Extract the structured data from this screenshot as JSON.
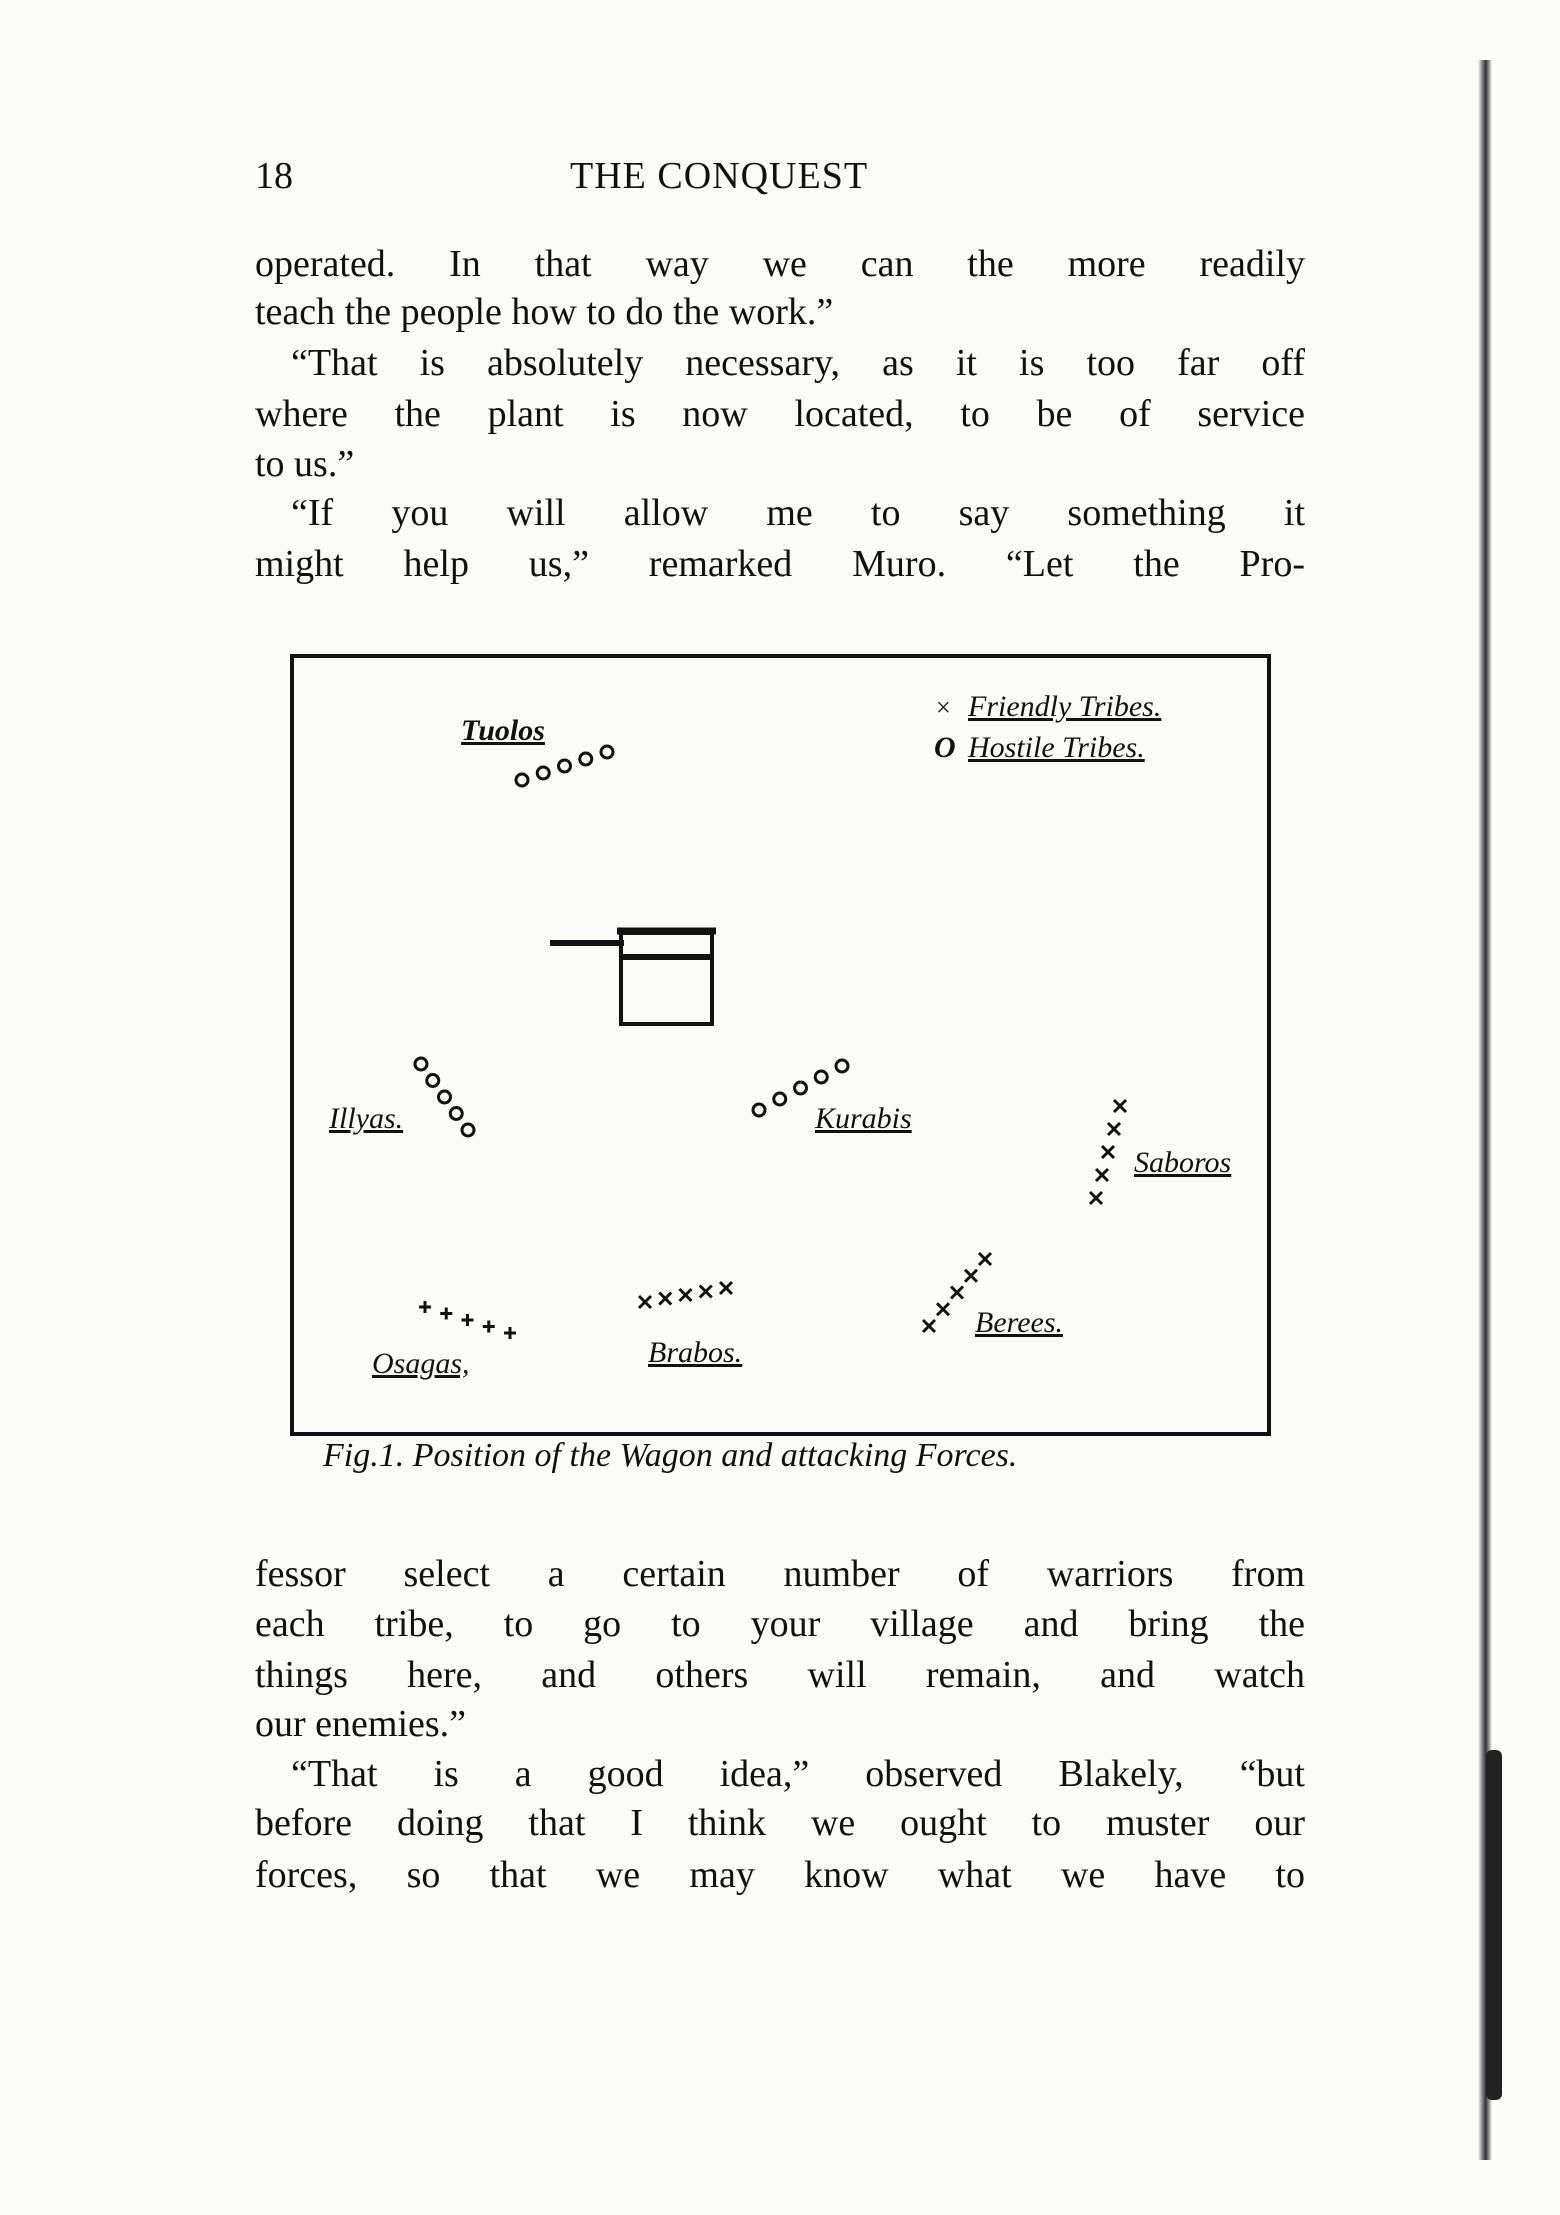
{
  "header": {
    "page_number": "18",
    "running_title": "THE CONQUEST"
  },
  "text_before": [
    "operated. In that way we can the more readily",
    "teach the people how to do the work.”",
    "“That is absolutely necessary, as it is too far off",
    "where the plant is now located, to be of service",
    "to us.”",
    "“If you will allow me to say something it",
    "might help us,” remarked Muro. “Let the Pro-"
  ],
  "figure": {
    "legend": {
      "friendly_symbol": "×",
      "friendly": "Friendly Tribes.",
      "hostile_symbol": "O",
      "hostile": "Hostile Tribes."
    },
    "labels": {
      "tuolos": "Tuolos",
      "illyas": "Illyas.",
      "kurabis": "Kurabis",
      "saboros": "Saboros",
      "osagas": "Osagas,",
      "brabos": "Brabos.",
      "berees": "Berees."
    },
    "caption": "Fig.1. Position of the Wagon and attacking Forces."
  },
  "text_after": [
    "fessor select a certain number of warriors from",
    "each tribe, to go to your village and bring the",
    "things here, and others will remain, and watch",
    "our enemies.”",
    "“That is a good idea,” observed Blakely, “but",
    "before doing that I think we ought to muster our",
    "forces, so that we may know what we have to"
  ]
}
